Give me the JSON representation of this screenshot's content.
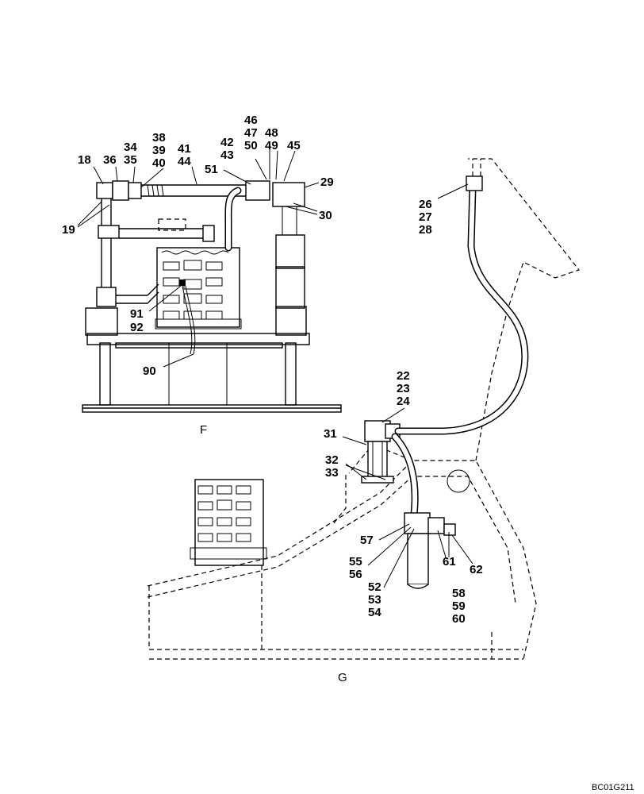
{
  "views": {
    "f": {
      "label": "F",
      "callouts": [
        "18",
        "36",
        "34",
        "35",
        "38",
        "39",
        "40",
        "41",
        "44",
        "46",
        "47",
        "48",
        "42",
        "43",
        "50",
        "49",
        "45",
        "51",
        "29",
        "30",
        "19",
        "91",
        "92",
        "90"
      ]
    },
    "g": {
      "label": "G",
      "callouts": [
        "26",
        "27",
        "28",
        "22",
        "23",
        "24",
        "31",
        "32",
        "33",
        "57",
        "55",
        "56",
        "52",
        "53",
        "54",
        "61",
        "62",
        "58",
        "59",
        "60"
      ]
    }
  },
  "reference_code": "BC01G211"
}
